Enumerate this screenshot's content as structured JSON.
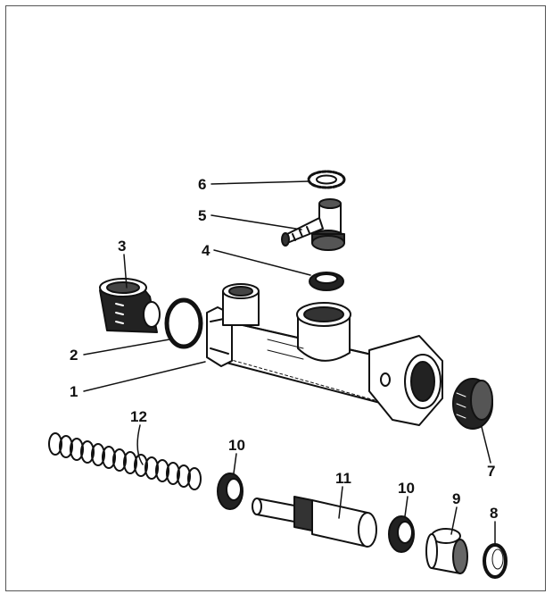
{
  "diagram": {
    "parts": [
      {
        "id": "housing",
        "number": "1"
      },
      {
        "id": "seal-ring",
        "number": "2"
      },
      {
        "id": "end-plug",
        "number": "3"
      },
      {
        "id": "grommet",
        "number": "4"
      },
      {
        "id": "hose-elbow",
        "number": "5"
      },
      {
        "id": "lock-washer",
        "number": "6"
      },
      {
        "id": "boot",
        "number": "7"
      },
      {
        "id": "circlip",
        "number": "8"
      },
      {
        "id": "bushing",
        "number": "9"
      },
      {
        "id": "cup-seal",
        "number": "10"
      },
      {
        "id": "piston",
        "number": "11"
      },
      {
        "id": "spring",
        "number": "12"
      }
    ]
  }
}
